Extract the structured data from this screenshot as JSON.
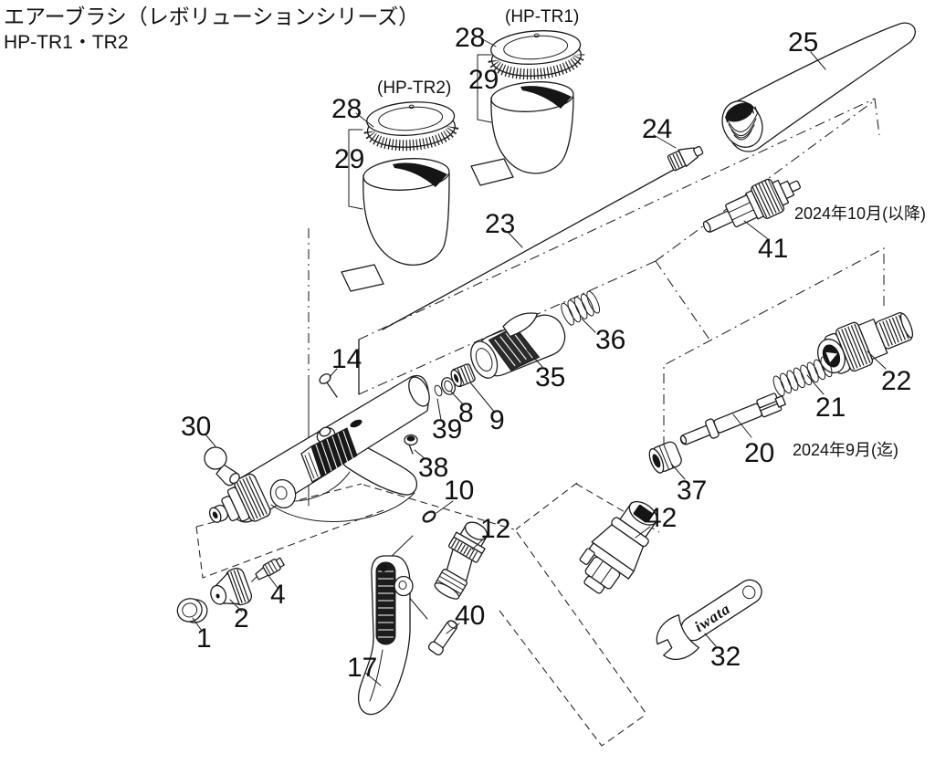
{
  "title": "エアーブラシ（レボリューションシリーズ）",
  "model": "HP-TR1・TR2",
  "annotations": {
    "cup_tr1": "(HP-TR1)",
    "cup_tr2": "(HP-TR2)",
    "valve_new": "2024年10月(以降)",
    "valve_old": "2024年9月(迄)",
    "wrench_brand": "iwata"
  },
  "colors": {
    "line": "#1b1b1b",
    "background": "#ffffff"
  },
  "parts": {
    "p1": "1",
    "p2": "2",
    "p4": "4",
    "p8": "8",
    "p9": "9",
    "p10": "10",
    "p12": "12",
    "p14": "14",
    "p17": "17",
    "p20": "20",
    "p21": "21",
    "p22": "22",
    "p23": "23",
    "p24": "24",
    "p25": "25",
    "p28_tr1": "28",
    "p29_tr1": "29",
    "p28_tr2": "28",
    "p29_tr2": "29",
    "p30": "30",
    "p32": "32",
    "p35": "35",
    "p36": "36",
    "p37": "37",
    "p38": "38",
    "p39": "39",
    "p40": "40",
    "p41": "41",
    "p42": "42"
  }
}
